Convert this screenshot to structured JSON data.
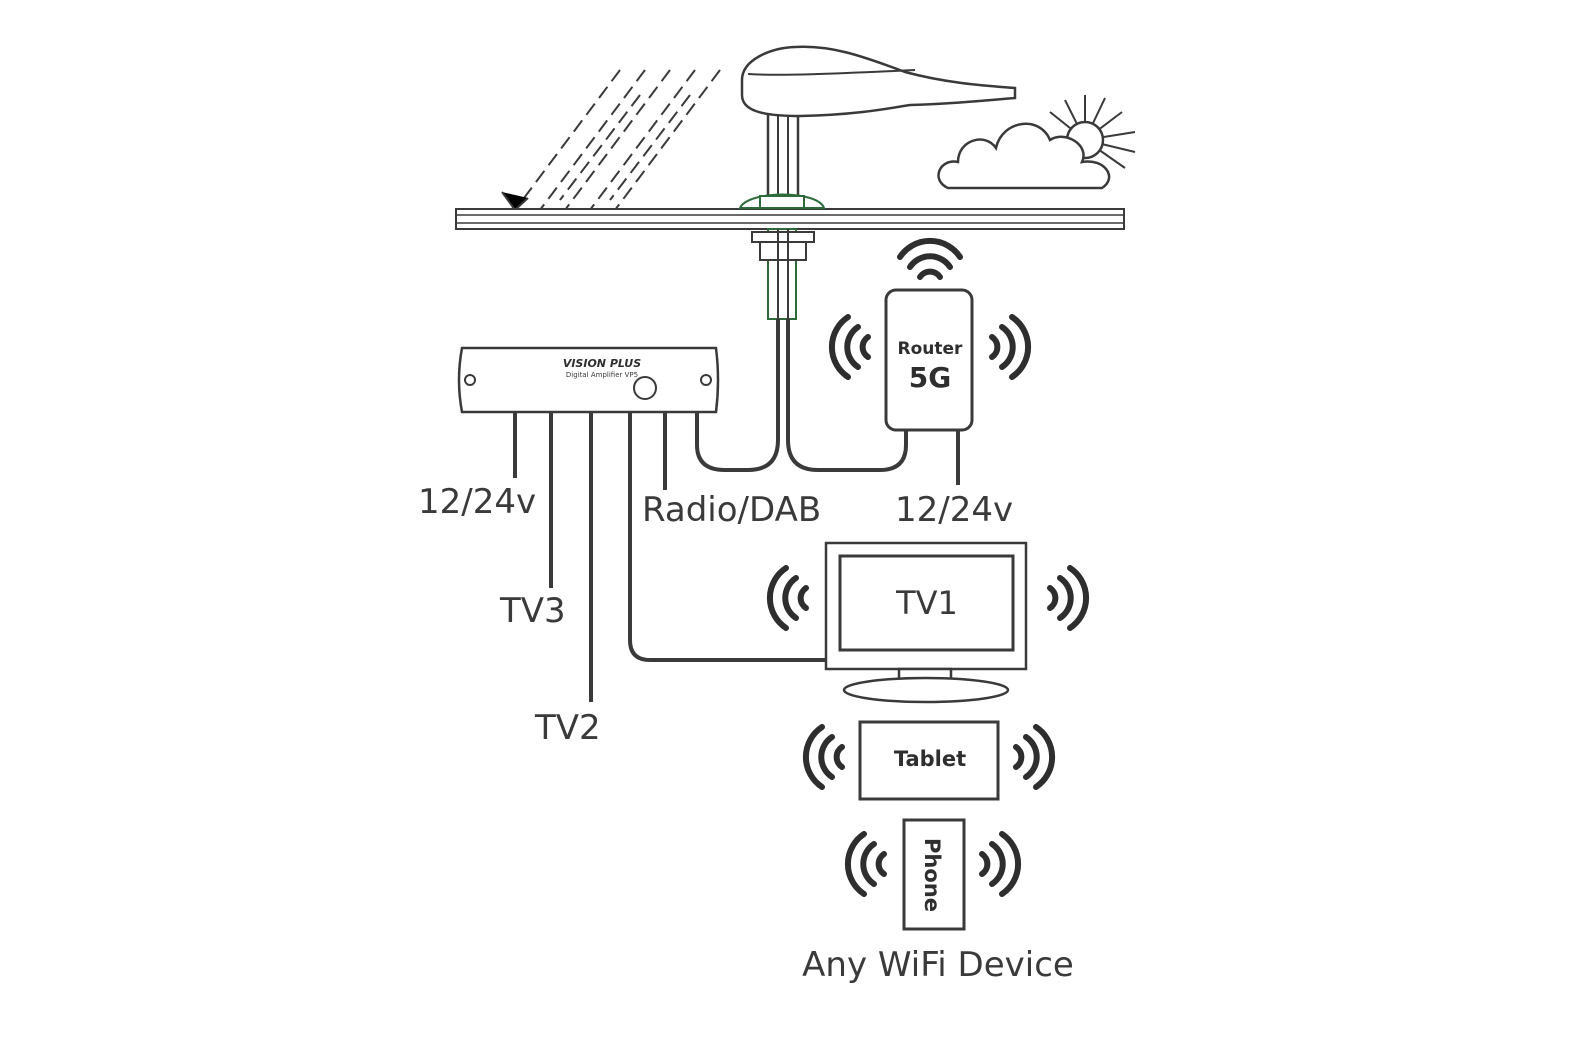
{
  "amplifier": {
    "brand": "VISION PLUS",
    "model": "Digital Amplifier VP5"
  },
  "labels": {
    "power_left": "12/24v",
    "radio": "Radio/DAB",
    "power_right": "12/24v",
    "tv3": "TV3",
    "tv2": "TV2",
    "tv1": "TV1",
    "any_wifi": "Any WiFi Device"
  },
  "router": {
    "line1": "Router",
    "line2": "5G"
  },
  "devices": {
    "tablet": "Tablet",
    "phone": "Phone"
  },
  "colors": {
    "line": "#3a3a3a",
    "mount": "#2e6b3a",
    "background": "#ffffff"
  }
}
